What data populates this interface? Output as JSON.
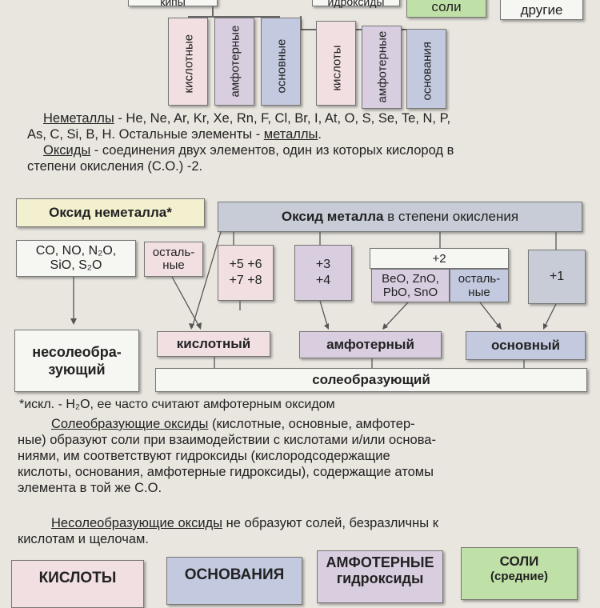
{
  "top_row": {
    "salts_label": "соли",
    "other_label": "другие",
    "cut_label_1": "кипы",
    "cut_label_2": "идроксиды"
  },
  "vertical_boxes": [
    "кислотные",
    "амфотерные",
    "основные",
    "кислоты",
    "амфотерные",
    "основания"
  ],
  "paragraph1": {
    "nonmetals_term": "Неметаллы",
    "nonmetals_list_1": " - He, Ne, Ar, Kr, Xe, Rn, F, Cl, Br, I, At, O, S, Se, Te, N, P,",
    "nonmetals_list_2": "As, C, Si, B, H.  Остальные элементы - ",
    "metals_term": "металлы",
    "metals_end": ".",
    "oxides_term": "Оксиды",
    "oxides_def_1": " - соединения двух элементов, один из которых кислород в",
    "oxides_def_2": "степени окисления (С.О.) -2."
  },
  "diagram": {
    "nonmetal_oxide": "Оксид неметалла*",
    "metal_oxide_bold": "Оксид металла",
    "metal_oxide_rest": " в степени окисления",
    "nonsalt_oxides_line1": "CO, NO, N₂O,",
    "nonsalt_oxides_line2": "SiO, S₂O",
    "others_1": "осталь-",
    "others_2": "ные",
    "ox_5_6_7_8_line1": "+5 +6",
    "ox_5_6_7_8_line2": "+7 +8",
    "ox_3_4_line1": "+3",
    "ox_3_4_line2": "+4",
    "ox_2": "+2",
    "amph_2_line1": "BeO, ZnO,",
    "amph_2_line2": "PbO, SnO",
    "others2_1": "осталь-",
    "others2_2": "ные",
    "ox_1": "+1",
    "nonsalt_1": "несолеобра-",
    "nonsalt_2": "зующий",
    "acidic": "кислотный",
    "amphoteric": "амфотерный",
    "basic": "основный",
    "salt_forming": "солеобразующий"
  },
  "footnote": "*искл. - H₂O, ее часто считают амфотерным оксидом",
  "paragraph2": {
    "term": "Солеобразующие оксиды",
    "line1_rest": " (кислотные, основные, амфотер-",
    "line2": "ные) образуют соли при взаимодействии с кислотами и/или основа-",
    "line3": "ниями, им соответствуют гидроксиды (кислородсодержащие",
    "line4": "кислоты, основания, амфотерные гидроксиды), содержащие атомы",
    "line5": "элемента в той же С.О."
  },
  "paragraph3": {
    "term": "Несолеобразующие оксиды",
    "line1_rest": " не образуют солей, безразличны к",
    "line2": "кислотам и щелочам."
  },
  "bottom_row": {
    "acids": "КИСЛОТЫ",
    "bases": "ОСНОВАНИЯ",
    "amph_1": "АМФОТЕРНЫЕ",
    "amph_2": "гидроксиды",
    "salts_1": "СОЛИ",
    "salts_2": "(средние)"
  },
  "colors": {
    "pink": "#f1dfe2",
    "lilac": "#d9cde0",
    "blue": "#c3cadf",
    "yellow": "#f3f0cf",
    "green": "#bfe0a6"
  }
}
